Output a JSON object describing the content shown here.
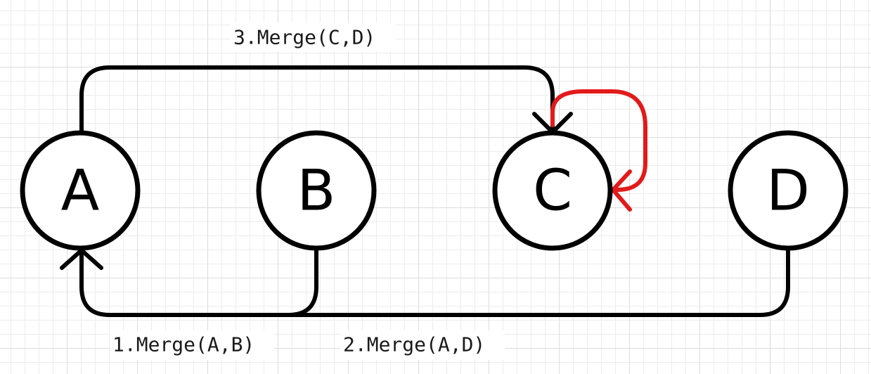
{
  "nodes": [
    {
      "id": "A",
      "label": "A"
    },
    {
      "id": "B",
      "label": "B"
    },
    {
      "id": "C",
      "label": "C"
    },
    {
      "id": "D",
      "label": "D"
    }
  ],
  "edges": [
    {
      "id": "merge-a-b",
      "from": "B",
      "to": "A",
      "label": "1.Merge(A,B)",
      "color": "#000000"
    },
    {
      "id": "merge-a-d",
      "from": "D",
      "to": "A",
      "label": "2.Merge(A,D)",
      "color": "#000000"
    },
    {
      "id": "merge-c-d",
      "from": "A",
      "to": "C",
      "label": "3.Merge(C,D)",
      "color": "#000000"
    },
    {
      "id": "self-loop-c",
      "from": "C",
      "to": "C",
      "label": "",
      "color": "#e31a1a"
    }
  ],
  "colors": {
    "edge": "#000000",
    "highlight": "#e31a1a",
    "grid": "#dcdcdc"
  }
}
